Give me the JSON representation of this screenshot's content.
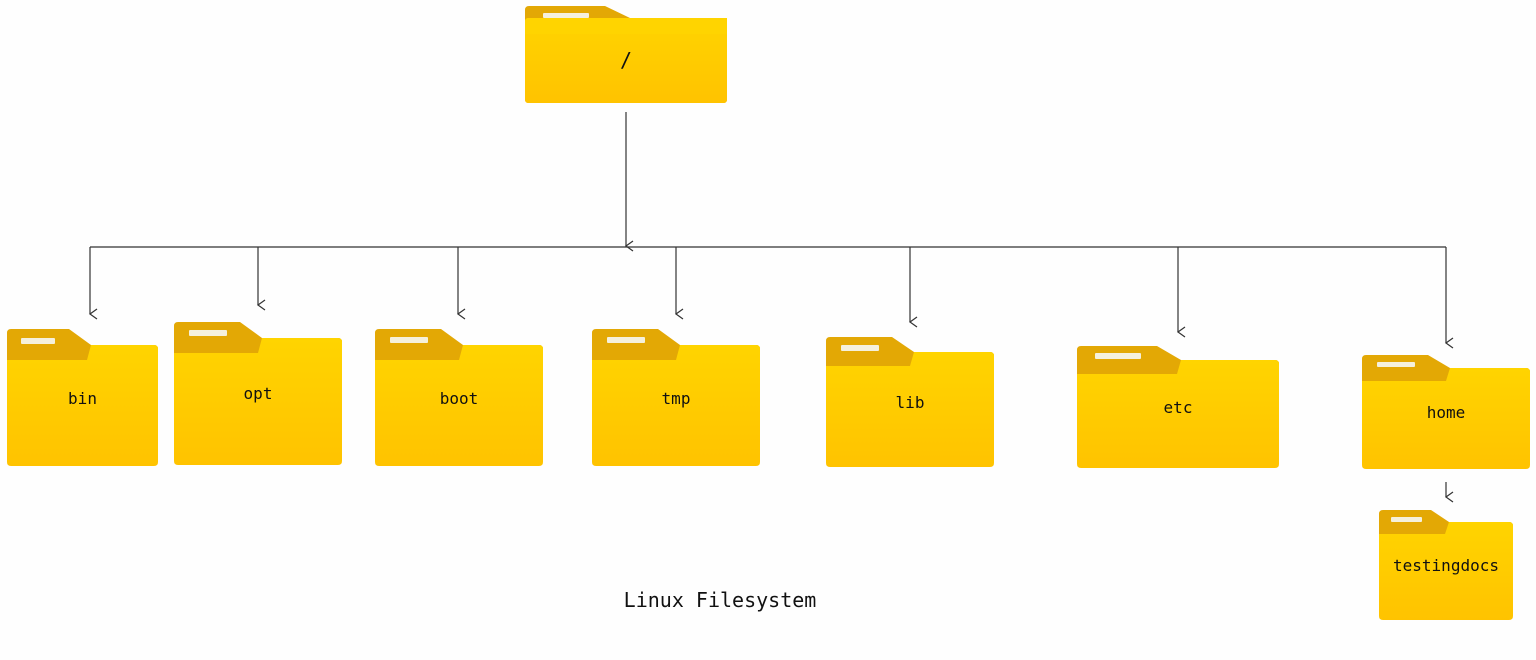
{
  "diagram": {
    "title": "Linux Filesystem",
    "colors": {
      "folder_tab": "#E3A805",
      "folder_body_top": "#FFD200",
      "folder_body_bottom": "#FFC400",
      "tab_highlight": "#F5F0DC",
      "connector": "#333333"
    },
    "root": {
      "label": "/",
      "icon": "folder-icon"
    },
    "children": [
      {
        "id": "bin",
        "label": "bin",
        "icon": "folder-icon"
      },
      {
        "id": "opt",
        "label": "opt",
        "icon": "folder-icon"
      },
      {
        "id": "boot",
        "label": "boot",
        "icon": "folder-icon"
      },
      {
        "id": "tmp",
        "label": "tmp",
        "icon": "folder-icon"
      },
      {
        "id": "lib",
        "label": "lib",
        "icon": "folder-icon"
      },
      {
        "id": "etc",
        "label": "etc",
        "icon": "folder-icon"
      },
      {
        "id": "home",
        "label": "home",
        "icon": "folder-icon",
        "children": [
          {
            "id": "testingdocs",
            "label": "testingdocs",
            "icon": "folder-icon"
          }
        ]
      }
    ]
  }
}
